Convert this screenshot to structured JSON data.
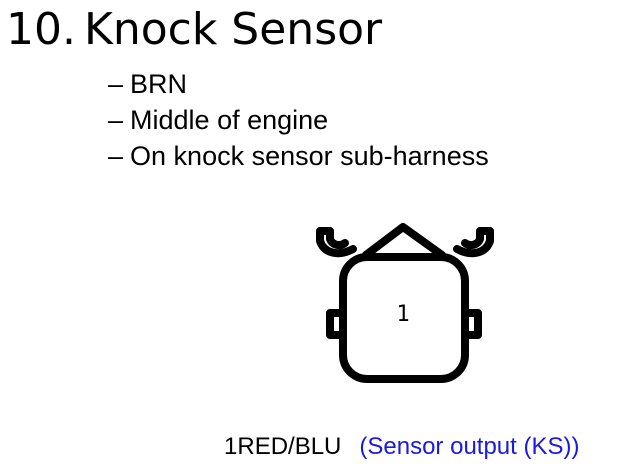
{
  "slide": {
    "number": "10.",
    "title": "Knock Sensor"
  },
  "bullets": [
    {
      "dash": "–",
      "text": "BRN"
    },
    {
      "dash": "–",
      "text": "Middle of engine"
    },
    {
      "dash": "–",
      "text": "On knock sensor sub-harness"
    }
  ],
  "connector": {
    "pin_label": "1"
  },
  "pinout": {
    "pin": "1",
    "wire": "RED/BLU",
    "function": "(Sensor output (KS))",
    "function_color": "#1a1ae0"
  }
}
